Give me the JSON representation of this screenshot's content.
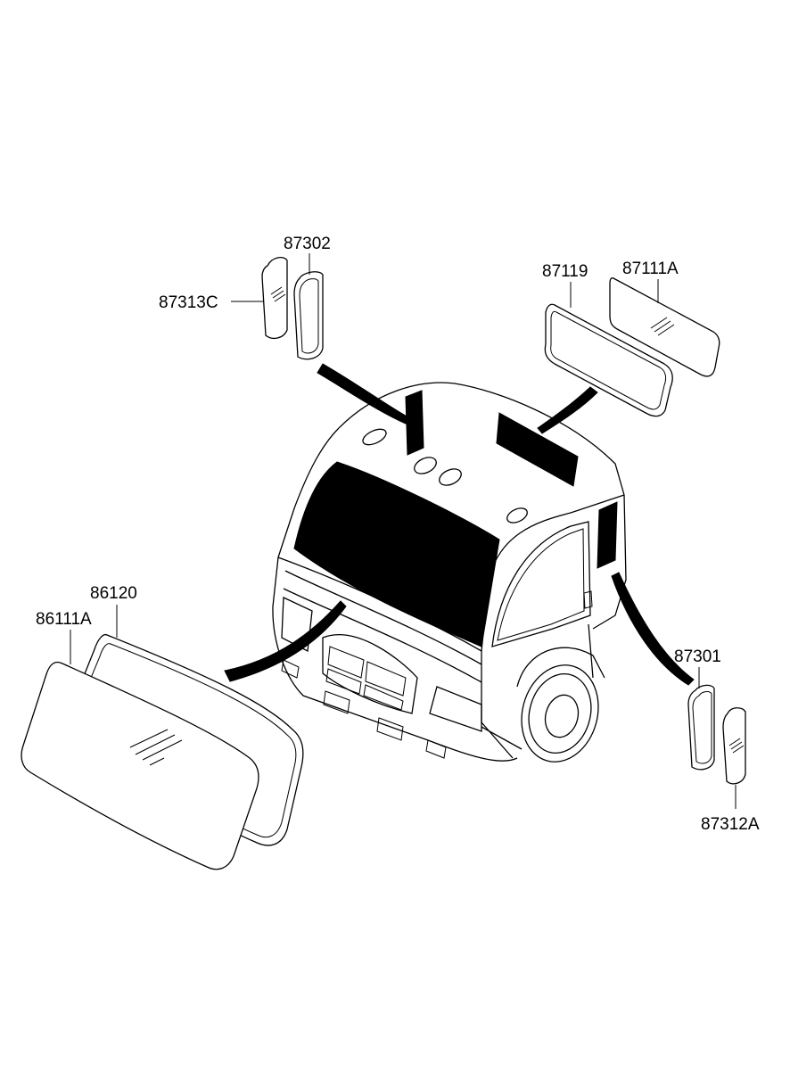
{
  "parts": {
    "p87302": "87302",
    "p87313C": "87313C",
    "p87119": "87119",
    "p87111A": "87111A",
    "p86120": "86120",
    "p86111A": "86111A",
    "p87301": "87301",
    "p87312A": "87312A"
  }
}
